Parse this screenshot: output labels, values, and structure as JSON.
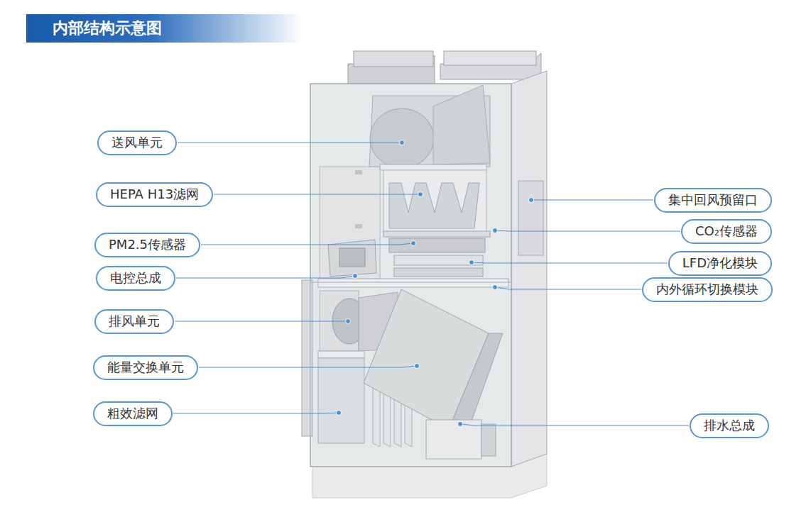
{
  "diagram": {
    "title": "内部结构示意图",
    "nodes": [
      {
        "text": [
          "送风单元"
        ]
      },
      {
        "text": [
          "HEPA H13滤网"
        ]
      },
      {
        "text": [
          "PM2.5传感器"
        ]
      },
      {
        "text": [
          "电控总成"
        ]
      },
      {
        "text": [
          "排风单元"
        ]
      },
      {
        "text": [
          "能量交换单元"
        ]
      },
      {
        "text": [
          "粗效滤网"
        ]
      },
      {
        "text": [
          "集中回风预留口"
        ]
      },
      {
        "text": [
          "CO₂传感器"
        ]
      },
      {
        "text": [
          "LFD净化模块"
        ]
      },
      {
        "text": [
          "内外循环切换模块"
        ]
      },
      {
        "text": [
          "排水总成"
        ]
      }
    ]
  }
}
